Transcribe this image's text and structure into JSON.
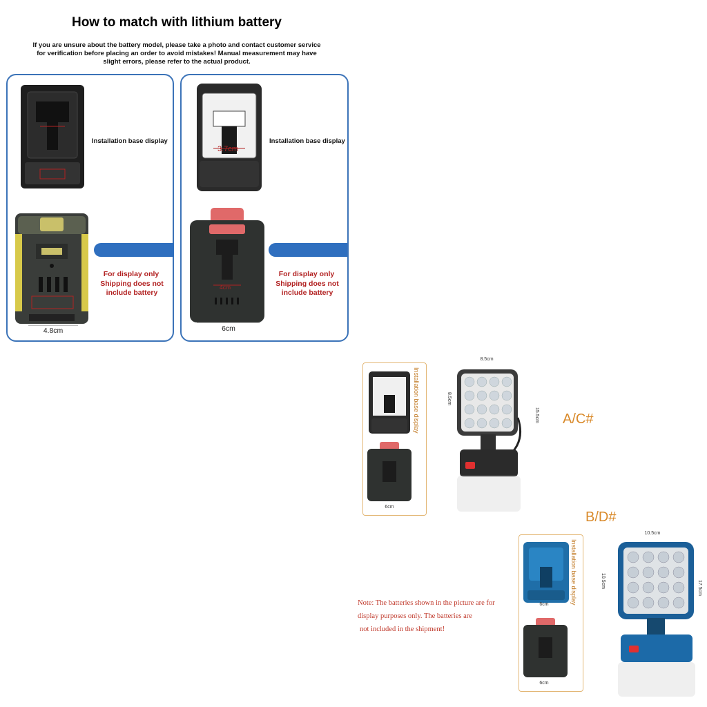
{
  "header": {
    "title": "How to match with lithium battery",
    "subtitle": "If you are unsure about the battery model, please take a photo and contact customer service for verification before placing an order to avoid mistakes! Manual measurement may have slight errors, please refer to the actual product."
  },
  "left_panel": {
    "install_label": "Installation base display",
    "display_only": "For display only",
    "shipping_note": "Shipping does not include battery",
    "width_dim": "4.8cm"
  },
  "right_panel": {
    "install_label": "Installation base display",
    "slot_dim": "3.7cm",
    "inner_dim": "4cm",
    "display_only": "For display only",
    "shipping_note": "Shipping does not include battery",
    "width_dim": "6cm"
  },
  "product_ac": {
    "variant": "A/C#",
    "install_label": "Installation base display",
    "battery_dim": "6cm",
    "light_width": "8.5cm",
    "light_height": "8.5cm",
    "total_height": "15.5cm"
  },
  "product_bd": {
    "variant": "B/D#",
    "install_label": "Installation base display",
    "base_dim": "6cm",
    "battery_dim": "6cm",
    "light_width": "10.5cm",
    "light_height": "10.5cm",
    "total_height": "17.5cm"
  },
  "note": {
    "line1": "Note: The batteries shown in the picture are for",
    "line2": "display purposes only. The batteries are",
    "line3": "not included in the shipment!"
  },
  "colors": {
    "panel_border": "#3b73b8",
    "accent_blue": "#2f6fbf",
    "warning_red": "#b22222",
    "orange": "#d98a2b"
  }
}
